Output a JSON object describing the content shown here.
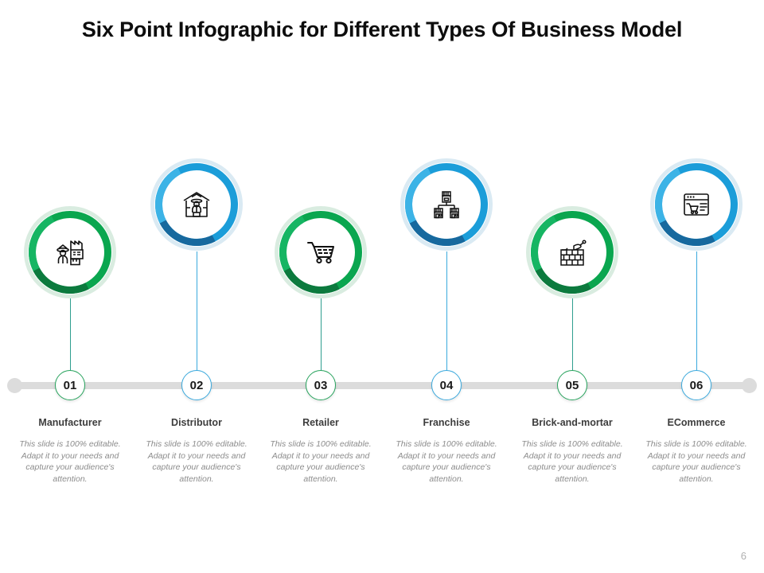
{
  "slide": {
    "title": "Six Point Infographic for Different Types Of Business Model",
    "page_number": "6",
    "colors": {
      "green": "#0aa64f",
      "green_dark": "#0c7a3e",
      "blue": "#1b9dd9",
      "blue_dark": "#17699e",
      "timeline_gray": "#dcdcdc",
      "connector_green": "#2e9e8f",
      "connector_blue": "#3aa9dd",
      "title_text": "#0d0d0d",
      "label_text": "#3d3d3d",
      "body_text": "#8c8c8c"
    }
  },
  "timeline": {
    "items": [
      {
        "number": "01",
        "label": "Manufacturer",
        "description": "This slide is 100% editable. Adapt it to your needs and capture your audience's attention.",
        "icon": "factory-worker-icon",
        "accent": "green",
        "position": "low"
      },
      {
        "number": "02",
        "label": "Distributor",
        "description": "This slide is 100% editable. Adapt it to your needs and capture your audience's attention.",
        "icon": "warehouse-worker-icon",
        "accent": "blue",
        "position": "high"
      },
      {
        "number": "03",
        "label": "Retailer",
        "description": "This slide is 100% editable. Adapt it to your needs and capture your audience's attention.",
        "icon": "shopping-cart-icon",
        "accent": "green",
        "position": "low"
      },
      {
        "number": "04",
        "label": "Franchise",
        "description": "This slide is 100% editable. Adapt it to your needs and capture your audience's attention.",
        "icon": "franchise-stores-hierarchy-icon",
        "accent": "blue",
        "position": "high"
      },
      {
        "number": "05",
        "label": "Brick-and-mortar",
        "description": "This slide is 100% editable. Adapt it to your needs and capture your audience's attention.",
        "icon": "brick-wall-trowel-icon",
        "accent": "green",
        "position": "low"
      },
      {
        "number": "06",
        "label": "ECommerce",
        "description": "This slide is 100% editable. Adapt it to your needs and capture your audience's attention.",
        "icon": "browser-shopping-cart-icon",
        "accent": "blue",
        "position": "high"
      }
    ]
  }
}
